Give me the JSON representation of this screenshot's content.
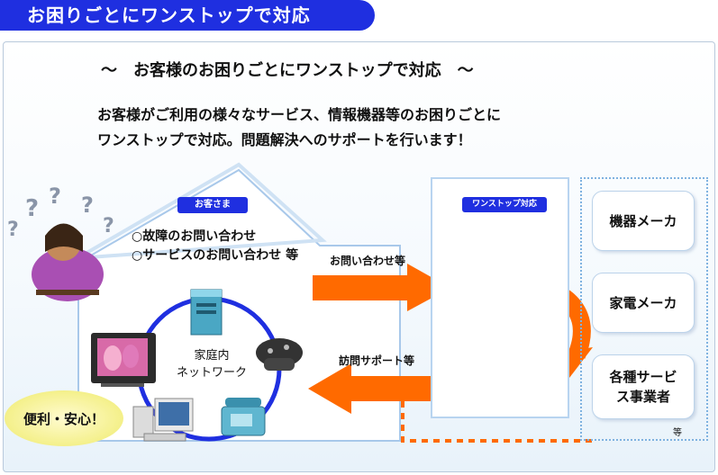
{
  "header": {
    "title": "お困りごとにワンストップで対応"
  },
  "subtitle": "～　お客様のお困りごとにワンストップで対応　～",
  "description": [
    "お客様がご利用の様々なサービス、情報機器等のお困りごとに",
    "ワンストップで対応。問題解決へのサポートを行います！"
  ],
  "house": {
    "label": "お客さま",
    "items": [
      "○故障のお問い合わせ",
      "○サービスのお問い合わせ 等"
    ],
    "network_label_line1": "家庭内",
    "network_label_line2": "ネットワーク",
    "benefit": "便利・安心！"
  },
  "arrows": {
    "inquiry": "お問い合わせ等",
    "visit": "訪問サポート等"
  },
  "onestop": {
    "label": "ワンストップ対応"
  },
  "partners": {
    "items": [
      "機器メーカ",
      "家電メーカ",
      "各種サービス事業者"
    ],
    "etc": "等"
  },
  "colors": {
    "accent_blue": "#1f2fe0",
    "arrow_orange": "#ff6a00",
    "panel_border": "#b9c9dc"
  }
}
